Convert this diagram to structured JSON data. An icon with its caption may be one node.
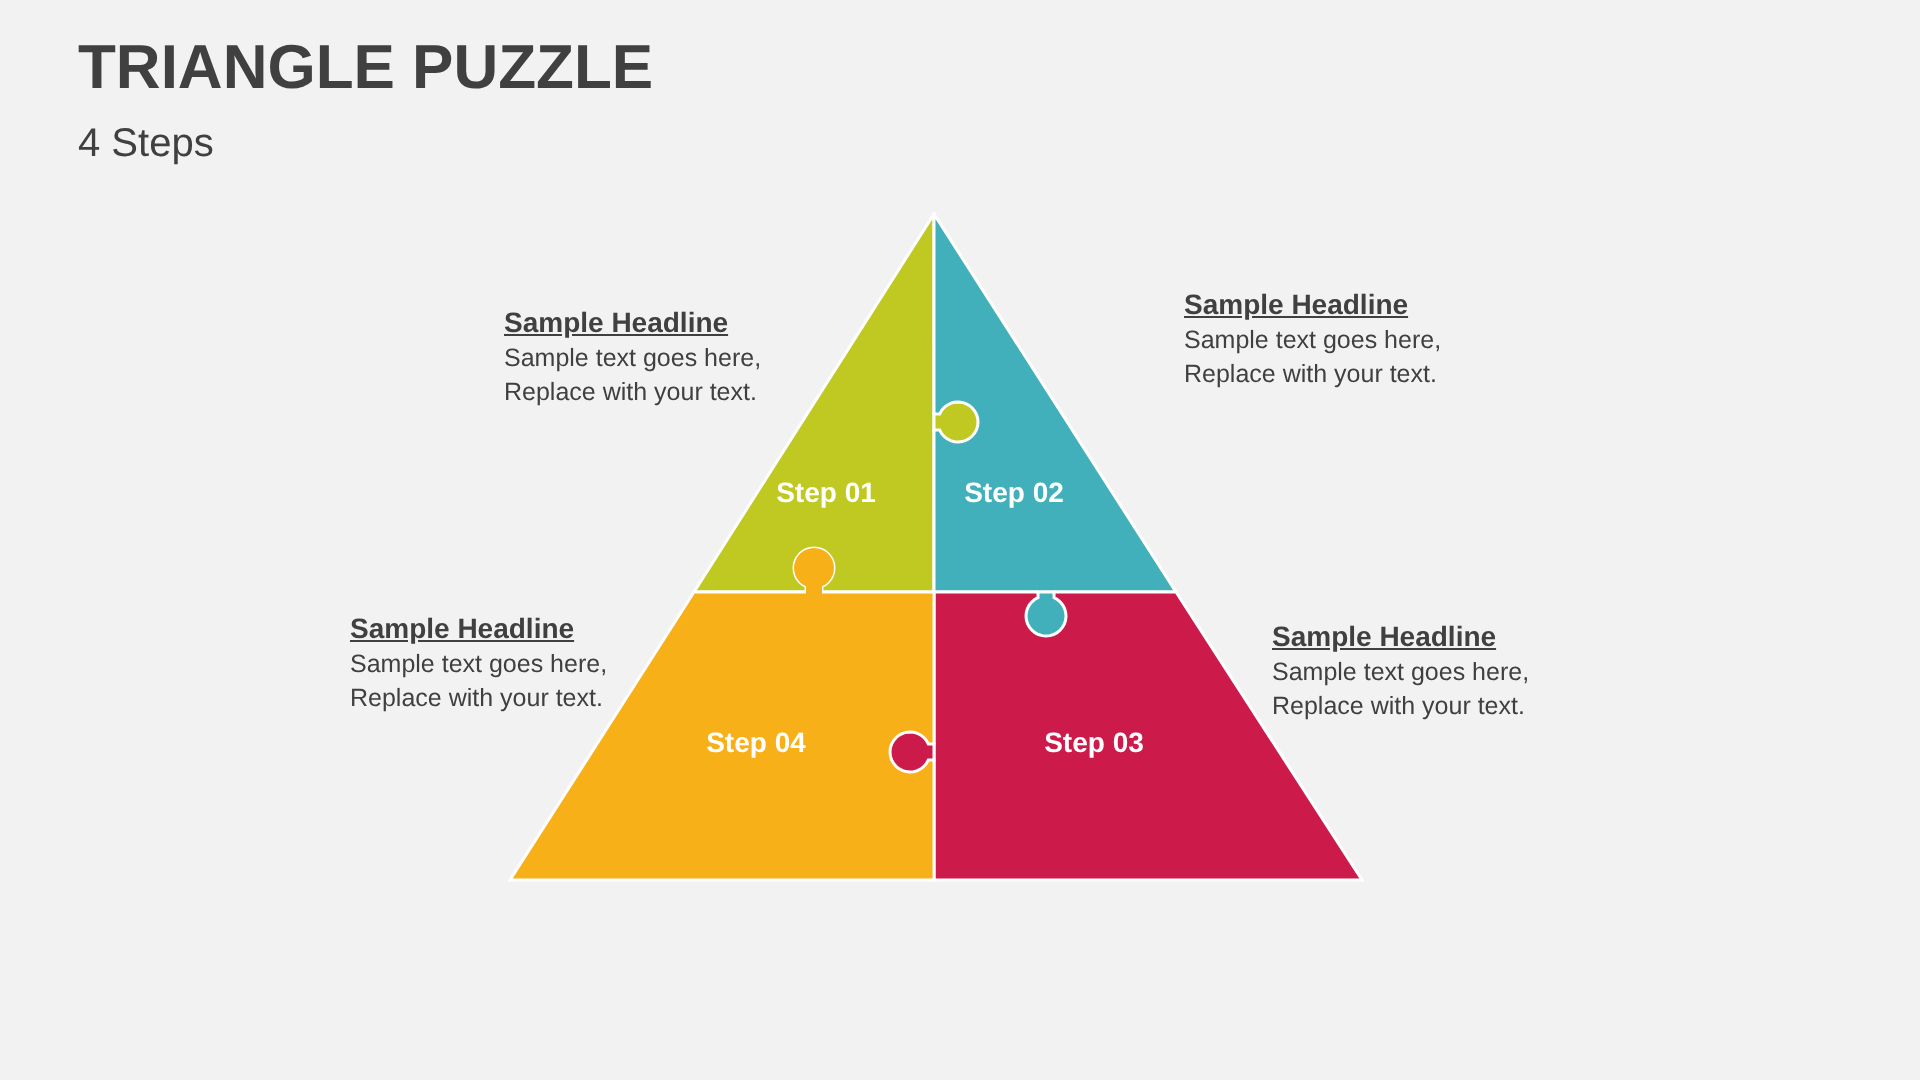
{
  "diagram": {
    "title": "TRIANGLE PUZZLE",
    "nodes": [
      {
        "text": [
          "Step 01"
        ],
        "beside": [
          "Sample Headline",
          "Sample text goes here, Replace with your text."
        ]
      },
      {
        "text": [
          "Step 02"
        ],
        "beside": [
          "Sample Headline",
          "Sample text goes here, Replace with your text."
        ]
      },
      {
        "text": [
          "Step 03"
        ],
        "beside": [
          "Sample Headline",
          "Sample text goes here, Replace with your text."
        ]
      },
      {
        "text": [
          "Step 04"
        ],
        "beside": [
          "Sample Headline",
          "Sample text goes here, Replace with your text."
        ]
      }
    ],
    "labels": [
      "4 Steps"
    ]
  }
}
